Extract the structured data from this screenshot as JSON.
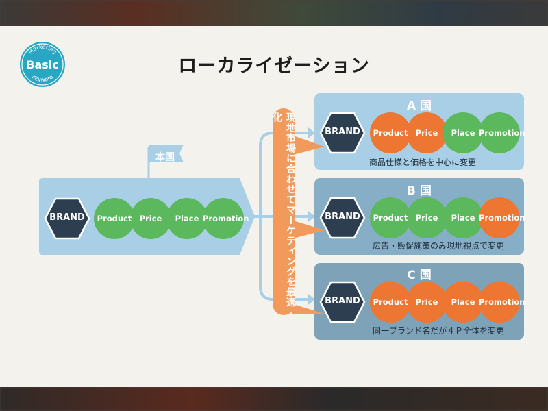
{
  "logo": {
    "top_text": "Marketing",
    "main_text": "Basic",
    "bottom_text": "Keyword"
  },
  "title": "ローカライゼーション",
  "home": {
    "flag_label": "本国",
    "brand": "BRAND",
    "items": [
      {
        "label": "Product",
        "color": "#5cb85c"
      },
      {
        "label": "Price",
        "color": "#5cb85c"
      },
      {
        "label": "Place",
        "color": "#5cb85c"
      },
      {
        "label": "Promotion",
        "color": "#5cb85c"
      }
    ]
  },
  "connector_text": "現地市場に合わせてマーケティングを最適化",
  "countries": [
    {
      "title": "A 国",
      "caption": "商品仕様と価格を中心に変更",
      "brand": "BRAND",
      "items": [
        {
          "label": "Product",
          "color": "#ee7633"
        },
        {
          "label": "Price",
          "color": "#ee7633"
        },
        {
          "label": "Place",
          "color": "#5cb85c"
        },
        {
          "label": "Promotion",
          "color": "#5cb85c"
        }
      ]
    },
    {
      "title": "B 国",
      "caption": "広告・販促施策のみ現地視点で変更",
      "brand": "BRAND",
      "items": [
        {
          "label": "Product",
          "color": "#5cb85c"
        },
        {
          "label": "Price",
          "color": "#5cb85c"
        },
        {
          "label": "Place",
          "color": "#5cb85c"
        },
        {
          "label": "Promotion",
          "color": "#ee7633"
        }
      ]
    },
    {
      "title": "C 国",
      "caption": "同一ブランド名だが４Ｐ全体を変更",
      "brand": "BRAND",
      "items": [
        {
          "label": "Product",
          "color": "#ee7633"
        },
        {
          "label": "Price",
          "color": "#ee7633"
        },
        {
          "label": "Place",
          "color": "#ee7633"
        },
        {
          "label": "Promotion",
          "color": "#ee7633"
        }
      ]
    }
  ],
  "colors": {
    "green": "#5cb85c",
    "orange": "#ee7633",
    "brand_dark": "#2c3e50",
    "home_panel": "#a8cfe6",
    "panel_a": "#a8cfe6",
    "panel_b": "#86aec6",
    "panel_c": "#7ea3b8",
    "connector": "#f29a5c",
    "logo": "#2aa6c5"
  }
}
